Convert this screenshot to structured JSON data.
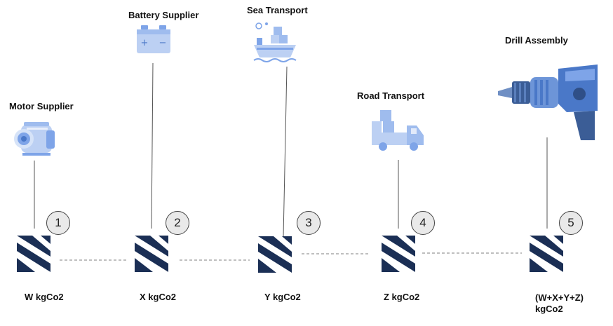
{
  "diagram": {
    "stages": [
      {
        "name": "Motor Supplier",
        "number": "1",
        "value": "W kgCo2",
        "icon": "electric-motor-icon"
      },
      {
        "name": "Battery Supplier",
        "number": "2",
        "value": "X kgCo2",
        "icon": "battery-icon"
      },
      {
        "name": "Sea Transport",
        "number": "3",
        "value": "Y kgCo2",
        "icon": "cargo-ship-icon"
      },
      {
        "name": "Road Transport",
        "number": "4",
        "value": "Z kgCo2",
        "icon": "delivery-truck-icon"
      },
      {
        "name": "Drill Assembly",
        "number": "5",
        "value": "(W+X+Y+Z) kgCo2",
        "icon": "power-drill-icon"
      }
    ],
    "colors": {
      "logo": "#1b2f55",
      "icon_light": "#bcd0f3",
      "icon_mid": "#7ea4e8",
      "icon_dark": "#4a78c8",
      "connector": "#999999",
      "circle_fill": "#e9e9e9"
    }
  }
}
